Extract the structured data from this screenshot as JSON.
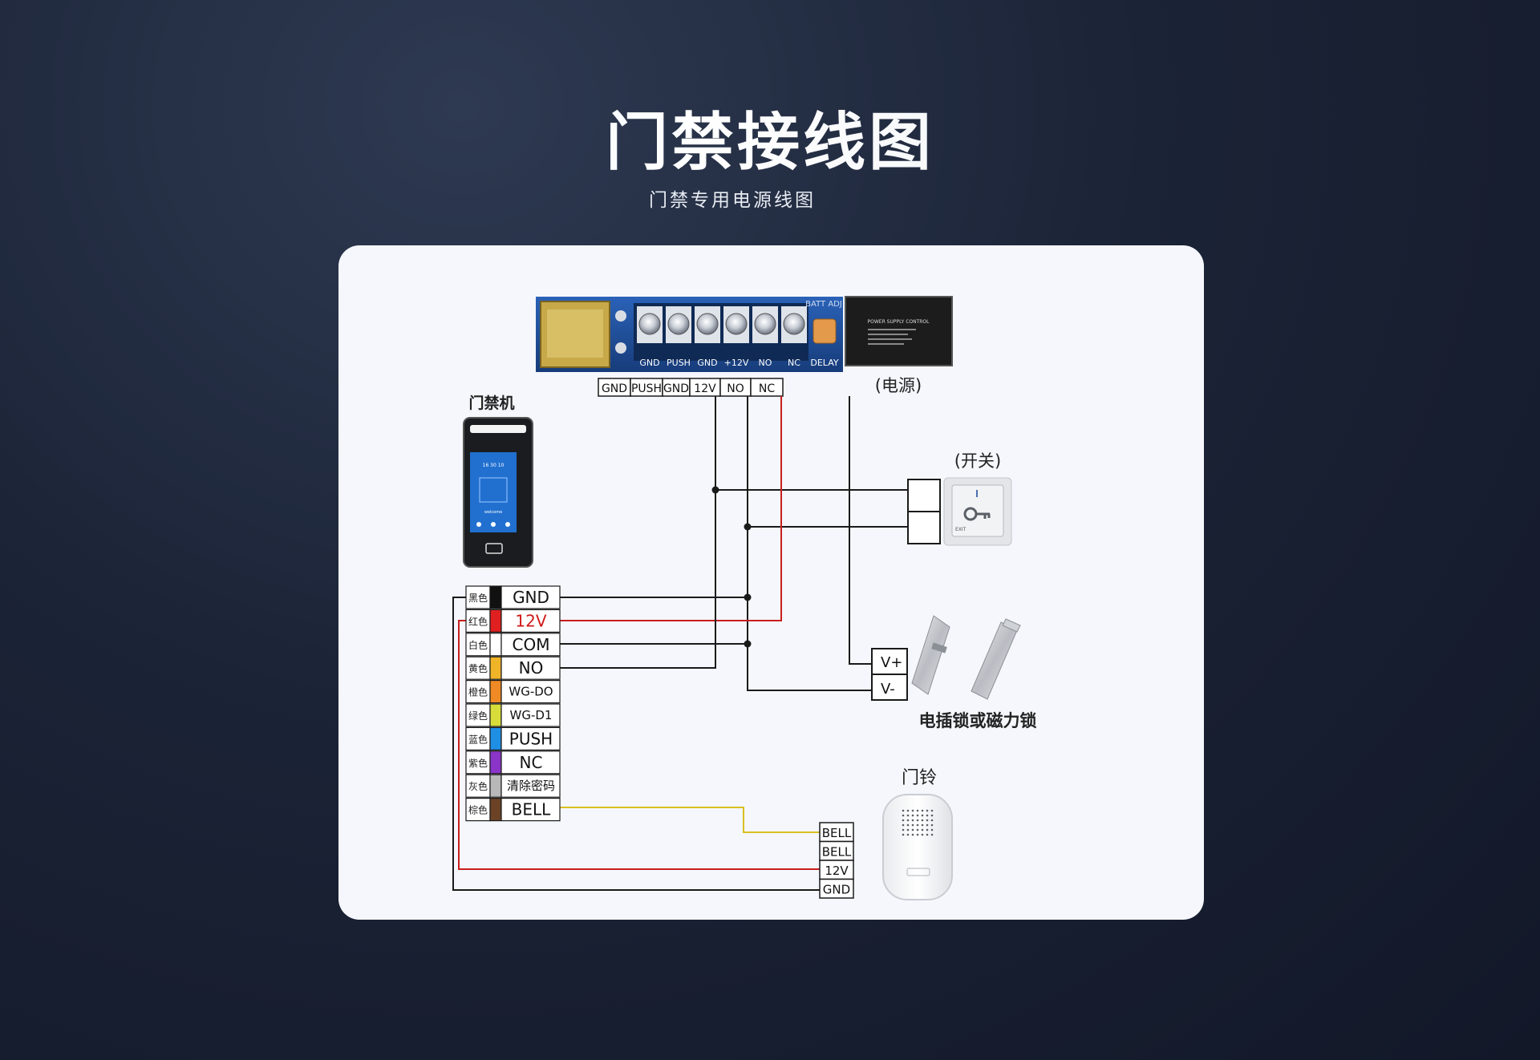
{
  "header": {
    "title": "门禁接线图",
    "subtitle": "门禁专用电源线图"
  },
  "power_supply": {
    "board_terminals": [
      "GND",
      "PUSH",
      "GND",
      "+12V",
      "NO",
      "NC",
      "DELAY"
    ],
    "board_top_text": "BATT ADJ",
    "terminal_labels": [
      "GND",
      "PUSH",
      "GND",
      "12V",
      "NO",
      "NC"
    ],
    "box_caption": "(电源)",
    "box_text": "POWER SUPPLY CONTROL"
  },
  "switch": {
    "caption": "(开关)",
    "button_text": "EXIT"
  },
  "device": {
    "caption": "门禁机",
    "screen_time": "16 30 10",
    "screen_welcome": "welcome"
  },
  "wire_table": [
    {
      "color_name": "黑色",
      "signal": "GND",
      "swatch": "#111111",
      "text_color": "#111111"
    },
    {
      "color_name": "红色",
      "signal": "12V",
      "swatch": "#e02020",
      "text_color": "#d01818"
    },
    {
      "color_name": "白色",
      "signal": "COM",
      "swatch": "#ffffff",
      "text_color": "#111111"
    },
    {
      "color_name": "黄色",
      "signal": "NO",
      "swatch": "#f0b429",
      "text_color": "#111111"
    },
    {
      "color_name": "橙色",
      "signal": "WG-DO",
      "swatch": "#f08a24",
      "text_color": "#111111"
    },
    {
      "color_name": "绿色",
      "signal": "WG-D1",
      "swatch": "#d8dc3a",
      "text_color": "#111111"
    },
    {
      "color_name": "蓝色",
      "signal": "PUSH",
      "swatch": "#1f8fe6",
      "text_color": "#111111"
    },
    {
      "color_name": "紫色",
      "signal": "NC",
      "swatch": "#8a34c8",
      "text_color": "#111111"
    },
    {
      "color_name": "灰色",
      "signal": "清除密码",
      "swatch": "#b8b8b8",
      "text_color": "#111111"
    },
    {
      "color_name": "棕色",
      "signal": "BELL",
      "swatch": "#6b4226",
      "text_color": "#111111"
    }
  ],
  "lock": {
    "terminals": [
      "V+",
      "V-"
    ],
    "caption": "电插锁或磁力锁"
  },
  "doorbell": {
    "caption": "门铃",
    "terminals": [
      "BELL",
      "BELL",
      "12V",
      "GND"
    ]
  },
  "colors": {
    "wire_black": "#1a1a1a",
    "wire_red": "#c81e1e",
    "wire_yellow": "#d9c021",
    "board_blue": "#1f4f9a"
  }
}
